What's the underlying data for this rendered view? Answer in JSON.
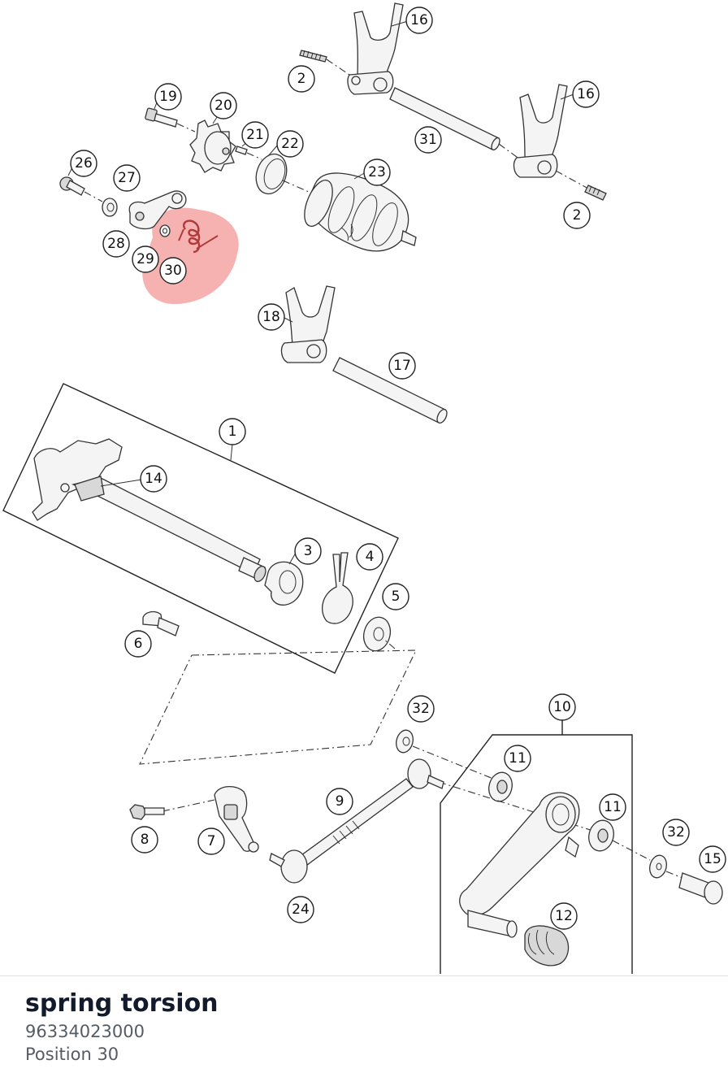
{
  "diagram": {
    "highlight_color": "#f4a3a3",
    "callouts": [
      {
        "id": "c16a",
        "label": "16"
      },
      {
        "id": "c2a",
        "label": "2"
      },
      {
        "id": "c19",
        "label": "19"
      },
      {
        "id": "c20",
        "label": "20"
      },
      {
        "id": "c21",
        "label": "21"
      },
      {
        "id": "c22",
        "label": "22"
      },
      {
        "id": "c31",
        "label": "31"
      },
      {
        "id": "c16b",
        "label": "16"
      },
      {
        "id": "c26",
        "label": "26"
      },
      {
        "id": "c27",
        "label": "27"
      },
      {
        "id": "c23",
        "label": "23"
      },
      {
        "id": "c2b",
        "label": "2"
      },
      {
        "id": "c28",
        "label": "28"
      },
      {
        "id": "c29",
        "label": "29"
      },
      {
        "id": "c30",
        "label": "30"
      },
      {
        "id": "c18",
        "label": "18"
      },
      {
        "id": "c17",
        "label": "17"
      },
      {
        "id": "c1",
        "label": "1"
      },
      {
        "id": "c14",
        "label": "14"
      },
      {
        "id": "c3",
        "label": "3"
      },
      {
        "id": "c4",
        "label": "4"
      },
      {
        "id": "c5",
        "label": "5"
      },
      {
        "id": "c6",
        "label": "6"
      },
      {
        "id": "c32a",
        "label": "32"
      },
      {
        "id": "c10",
        "label": "10"
      },
      {
        "id": "c11a",
        "label": "11"
      },
      {
        "id": "c9",
        "label": "9"
      },
      {
        "id": "c11b",
        "label": "11"
      },
      {
        "id": "c32b",
        "label": "32"
      },
      {
        "id": "c15",
        "label": "15"
      },
      {
        "id": "c8",
        "label": "8"
      },
      {
        "id": "c7",
        "label": "7"
      },
      {
        "id": "c12",
        "label": "12"
      },
      {
        "id": "c24",
        "label": "24"
      }
    ]
  },
  "selected_part": {
    "name": "spring torsion",
    "number": "96334023000",
    "position": "Position 30"
  }
}
